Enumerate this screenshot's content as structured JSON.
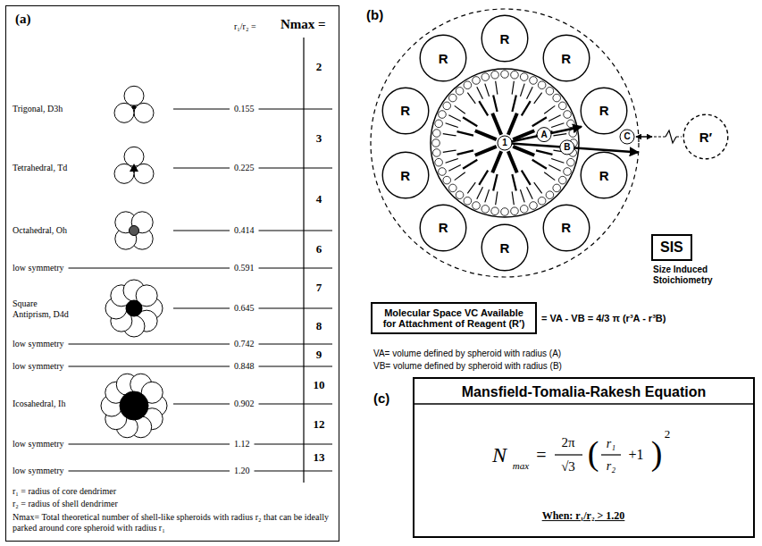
{
  "diagram": {
    "nodes": [
      {
        "text": [
          "(a)"
        ]
      },
      {
        "text": [
          "R"
        ]
      },
      {
        "text": [
          "R"
        ]
      },
      {
        "text": [
          "R"
        ]
      },
      {
        "text": [
          "R"
        ]
      },
      {
        "text": [
          "R"
        ]
      },
      {
        "text": [
          "R"
        ]
      },
      {
        "text": [
          "R"
        ]
      },
      {
        "text": [
          "R"
        ]
      },
      {
        "text": [
          "R"
        ]
      },
      {
        "text": [
          "R"
        ]
      },
      {
        "text": [
          "R′"
        ]
      },
      {
        "text": [
          "SIS"
        ]
      },
      {
        "text": [
          "Molecular Space VC Available for Attachment of Reagent (R′)"
        ]
      },
      {
        "text": [
          "Mansfield-Tomalia-Rakesh Equation"
        ]
      }
    ],
    "labels": [
      "r₁/r₂ =",
      "Nmax =",
      "2",
      "Trigonal, D3h",
      "0.155",
      "3",
      "Tetrahedral, Td",
      "0.225",
      "4",
      "Octahedral, Oh",
      "0.414",
      "6",
      "low symmetry",
      "0.591",
      "7",
      "Square Antiprism, D4d",
      "0.645",
      "8",
      "low symmetry",
      "0.742",
      "9",
      "low symmetry",
      "0.848",
      "10",
      "Icosahedral, Ih",
      "0.902",
      "12",
      "low symmetry",
      "1.12",
      "13",
      "low symmetry",
      "1.20",
      "r₁ = radius of core dendrimer",
      "r₂ = radius of shell dendrimer",
      "Nmax= Total theoretical number of shell-like spheroids with radius r₂ that can be ideally parked around core spheroid with radius r₁",
      "(b)",
      "A",
      "B",
      "C",
      "1",
      "Size Induced Stoichiometry",
      "= VA - VB = 4/3 π (r³A - r³B)",
      "VA= volume defined by spheroid with radius (A)",
      "VB= volume defined by spheroid with radius (B)",
      "(c)",
      "N",
      "max",
      "=",
      "2π",
      "√3",
      "(",
      "r₁",
      "r₂",
      "+1",
      ")",
      "2",
      "When: r₁/r₂ > 1.20"
    ]
  }
}
